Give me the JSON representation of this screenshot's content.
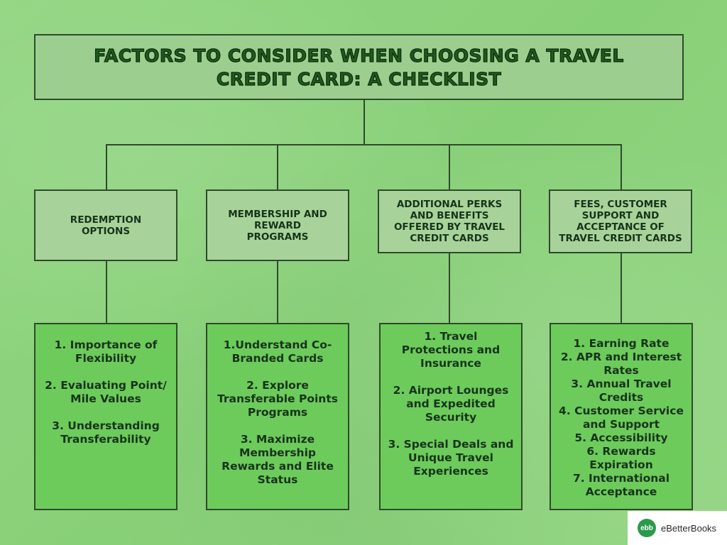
{
  "title": "FACTORS TO CONSIDER WHEN CHOOSING A TRAVEL CREDIT CARD: A CHECKLIST",
  "colors": {
    "background": "#8fd47f",
    "title_box": "#9ccf8f",
    "category_box": "#a7d39a",
    "detail_box": "#6dcb5c",
    "border": "#2f4a2b",
    "title_text": "#1f5a1d"
  },
  "categories": [
    {
      "label": "REDEMPTION OPTIONS",
      "items": [
        "1. Importance of Flexibility",
        "2. Evaluating Point/ Mile Values",
        "3. Understanding Transferability"
      ]
    },
    {
      "label": "MEMBERSHIP AND REWARD PROGRAMS",
      "items": [
        "1.Understand Co-Branded Cards",
        "2. Explore Transferable Points Programs",
        "3. Maximize Membership Rewards and Elite Status"
      ]
    },
    {
      "label": "ADDITIONAL PERKS AND BENEFITS OFFERED BY TRAVEL CREDIT CARDS",
      "items": [
        "1. Travel Protections and Insurance",
        "2. Airport Lounges and Expedited Security",
        "3. Special Deals and Unique Travel Experiences"
      ]
    },
    {
      "label": "FEES, CUSTOMER SUPPORT AND ACCEPTANCE OF TRAVEL CREDIT CARDS",
      "items": [
        "1. Earning Rate",
        "2. APR and Interest Rates",
        "3. Annual Travel Credits",
        "4. Customer Service and Support",
        "5. Accessibility",
        "6. Rewards Expiration",
        "7. International Acceptance"
      ]
    }
  ],
  "brand": {
    "logo_text": "ebb",
    "name": "eBetterBooks"
  }
}
